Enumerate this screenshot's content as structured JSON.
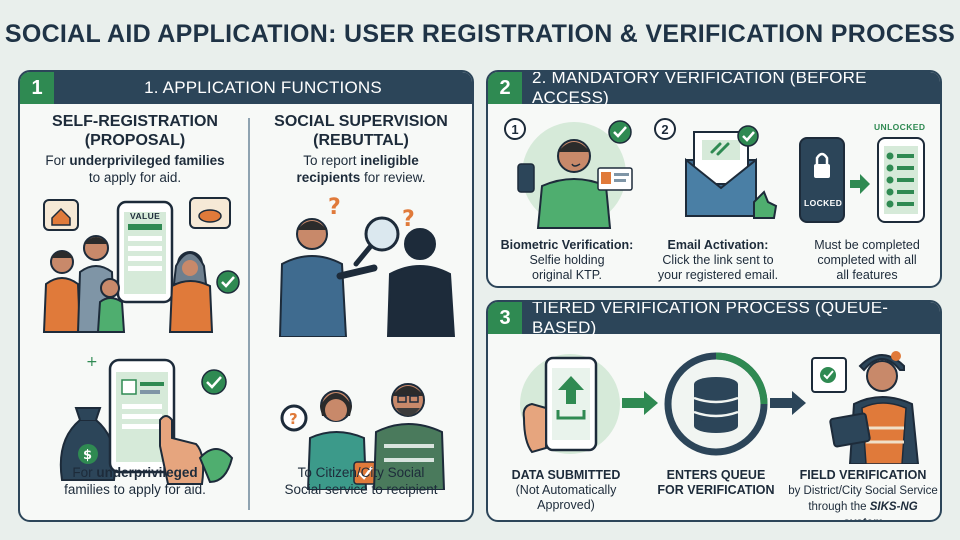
{
  "page": {
    "title": "SOCIAL AID APPLICATION: USER REGISTRATION & VERIFICATION PROCESS"
  },
  "panel1": {
    "number": "1",
    "title": "1. APPLICATION FUNCTIONS",
    "left": {
      "title_line1": "SELF-REGISTRATION",
      "title_line2": "(PROPOSAL)",
      "desc_pre": "For ",
      "desc_bold": "underprivileged families",
      "desc_post": "to apply for aid.",
      "phone_label": "VALUE",
      "bottom_pre": "For ",
      "bottom_bold": "underprivileged",
      "bottom_post": "families to apply for aid."
    },
    "right": {
      "title_line1": "SOCIAL SUPERVISION",
      "title_line2": "(REBUTTAL)",
      "desc_pre": "To report ",
      "desc_bold1": "ineligible",
      "desc_bold2": "recipients",
      "desc_post": " for review.",
      "bottom_line1": "To Citizen/City Social",
      "bottom_line2": "Social service to recipient"
    }
  },
  "panel2": {
    "number": "2",
    "title": "2. MANDATORY VERIFICATION (BEFORE ACCESS)",
    "step1": {
      "badge": "1",
      "title": "Biometric Verification:",
      "line1": "Selfie holding",
      "line2": "original KTP."
    },
    "step2": {
      "badge": "2",
      "title": "Email Activation:",
      "line1": "Click the link sent to",
      "line2": "your registered email."
    },
    "step3": {
      "unlocked": "UNLOCKED",
      "locked": "LOCKED",
      "line1": "Must be completed",
      "line2": "completed with all",
      "line3": "all features"
    }
  },
  "panel3": {
    "number": "3",
    "title": "TIERED VERIFICATION PROCESS (QUEUE-BASED)",
    "step1": {
      "title": "DATA SUBMITTED",
      "line1": "(Not Automatically",
      "line2": "Approved)"
    },
    "step2": {
      "line1": "ENTERS QUEUE",
      "line2": "FOR VERIFICATION"
    },
    "step3": {
      "title": "FIELD VERIFICATION",
      "line1": "by District/City Social Service",
      "line2_pre": "through the ",
      "line2_em": "SIKS-NG system"
    }
  },
  "colors": {
    "navy": "#2c4559",
    "green": "#2f8a52",
    "orange": "#e07a3a",
    "background": "#e9efec"
  }
}
